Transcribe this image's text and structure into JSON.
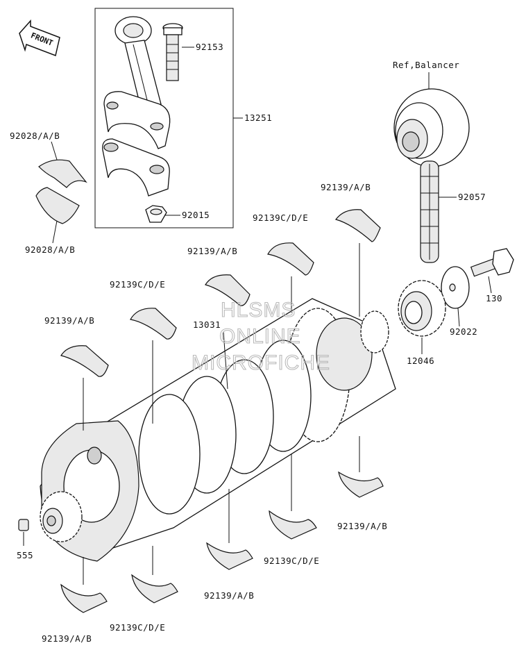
{
  "front_marker": "FRONT",
  "reference_label": "Ref,Balancer",
  "watermark": [
    "HLSMS",
    "ONLINE",
    "MICROFICHE"
  ],
  "callouts": {
    "con_rod_bolt": "92153",
    "con_rod_assy": "13251",
    "con_rod_bearing_upper": "92028/A/B",
    "con_rod_bearing_lower": "92028/A/B",
    "con_rod_nut": "92015",
    "balancer_chain": "92057",
    "bolt_130": "130",
    "washer": "92022",
    "gear_12046": "12046",
    "crankshaft": "13031",
    "pin": "555",
    "bearing_top_right": "92139/A/B",
    "bearing_top_cde_right": "92139C/D/E",
    "bearing_top_mid": "92139/A/B",
    "bearing_top_cde_mid": "92139C/D/E",
    "bearing_top_left": "92139/A/B",
    "bearing_bottom_right": "92139/A/B",
    "bearing_bottom_cde_right": "92139C/D/E",
    "bearing_bottom_mid": "92139/A/B",
    "bearing_bottom_cde_left": "92139C/D/E",
    "bearing_bottom_left": "92139/A/B"
  }
}
